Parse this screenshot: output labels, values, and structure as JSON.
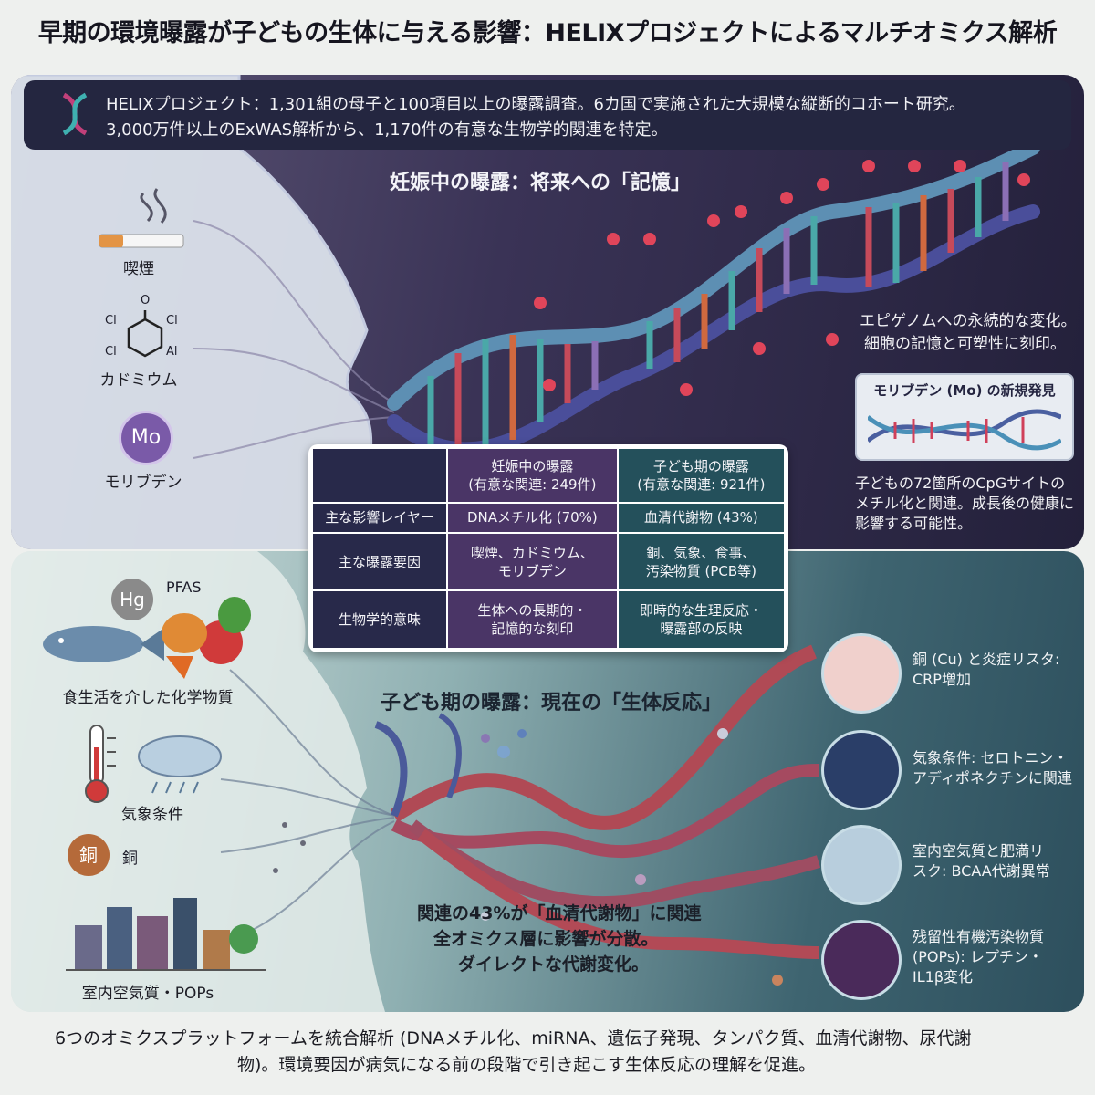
{
  "title": "早期の環境曝露が子どもの生体に与える影響：HELIXプロジェクトによるマルチオミクス解析",
  "header": {
    "line1": "HELIXプロジェクト：1,301組の母子と100項目以上の曝露調査。6カ国で実施された大規模な縦断的コホート研究。",
    "line2": "3,000万件以上のExWAS解析から、1,170件の有意な生物学的関連を特定。"
  },
  "pregnancy": {
    "title": "妊娠中の曝露：将来への「記憶」",
    "icons": [
      {
        "label": "喫煙",
        "icon": "cigarette-icon"
      },
      {
        "label": "カドミウム",
        "icon": "chemical-structure-icon"
      },
      {
        "label": "モリブデン",
        "icon": "molybdenum-icon"
      }
    ],
    "chem_labels": [
      "Cl",
      "Cl",
      "Cl",
      "Al",
      "O"
    ],
    "mo_symbol": "Mo",
    "epigenome_line1": "エピゲノムへの永続的な変化。",
    "epigenome_line2": "細胞の記憶と可塑性に刻印。",
    "mo_box_title": "モリブデン (Mo) の新規発見",
    "mo_note_line1": "子どもの72箇所のCpGサイトの",
    "mo_note_line2": "メチル化と関連。成長後の健康に",
    "mo_note_line3": "影響する可能性。"
  },
  "table": {
    "col1_head1": "妊娠中の曝露",
    "col1_head2": "(有意な関連: 249件)",
    "col2_head1": "子ども期の曝露",
    "col2_head2": "(有意な関連: 921件)",
    "rows": [
      {
        "label": "主な影響レイヤー",
        "c1a": "DNAメチル化 (70%)",
        "c1b": "",
        "c2a": "血清代謝物 (43%)",
        "c2b": ""
      },
      {
        "label": "主な曝露要因",
        "c1a": "喫煙、カドミウム、",
        "c1b": "モリブデン",
        "c2a": "銅、気象、食事、",
        "c2b": "汚染物質 (PCB等)"
      },
      {
        "label": "生物学的意味",
        "c1a": "生体への長期的・",
        "c1b": "記憶的な刻印",
        "c2a": "即時的な生理反応・",
        "c2b": "曝露部の反映"
      }
    ]
  },
  "childhood": {
    "title": "子ども期の曝露：現在の「生体反応」",
    "hg_symbol": "Hg",
    "pfas_label": "PFAS",
    "diet_label": "食生活を介した化学物質",
    "weather_label": "気象条件",
    "copper_symbol": "銅",
    "copper_label": "銅",
    "air_label": "室内空気質・POPs",
    "effects": [
      {
        "line1": "銅 (Cu) と炎症リスタ:",
        "line2": "CRP増加"
      },
      {
        "line1": "気象条件: セロトニン・",
        "line2": "アディポネクチンに関連"
      },
      {
        "line1": "室内空気質と肥満リ",
        "line2": "スク: BCAA代謝異常"
      },
      {
        "line1": "残留性有機汚染物質",
        "line2": "(POPs): レプチン・",
        "line3": "IL1β変化"
      }
    ],
    "summary_line1": "関連の43%が「血清代謝物」に関連",
    "summary_line2": "全オミクス層に影響が分散。",
    "summary_line3": "ダイレクトな代謝変化。"
  },
  "caption": {
    "line1": "6つのオミクスプラットフォームを統合解析 (DNAメチル化、miRNA、遺伝子発現、タンパク質、血清代謝物、尿代謝",
    "line2": "物)。環境要因が病気になる前の段階で引き起こす生体反応の理解を促進。"
  }
}
